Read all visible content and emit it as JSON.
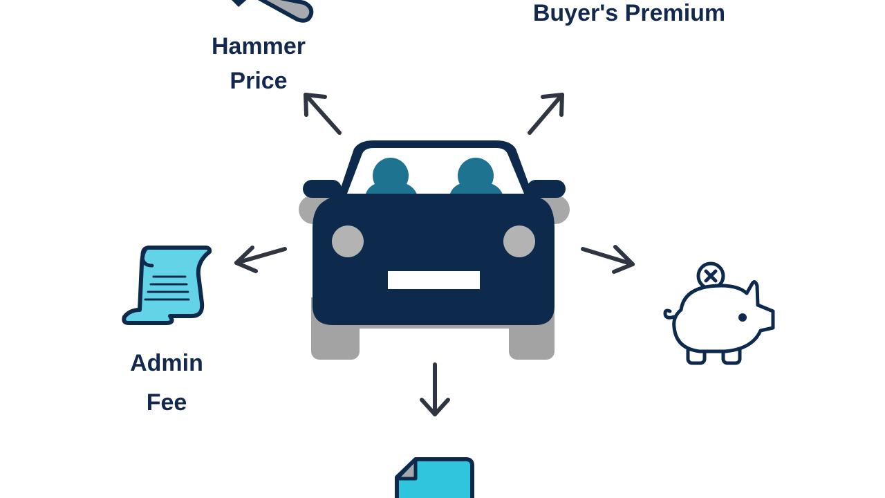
{
  "labels": {
    "hammer_line1": "Hammer",
    "hammer_line2": "Price",
    "buyers_premium": "Buyer's Premium",
    "admin_line1": "Admin",
    "admin_line2": "Fee"
  },
  "icons": {
    "center": "car-icon",
    "top_left": "gavel-icon",
    "left": "scroll-document-icon",
    "right": "piggy-bank-icon",
    "bottom": "document-icon"
  },
  "colors": {
    "navy": "#0d2a4c",
    "text": "#12284c",
    "teal_seats": "#1e7391",
    "light_teal": "#58d0e6",
    "scroll_fill": "#63d3e8",
    "shadow_gray": "#a3a3a3",
    "headlight_gray": "#b3b3b3",
    "arrow": "#2f3642"
  }
}
